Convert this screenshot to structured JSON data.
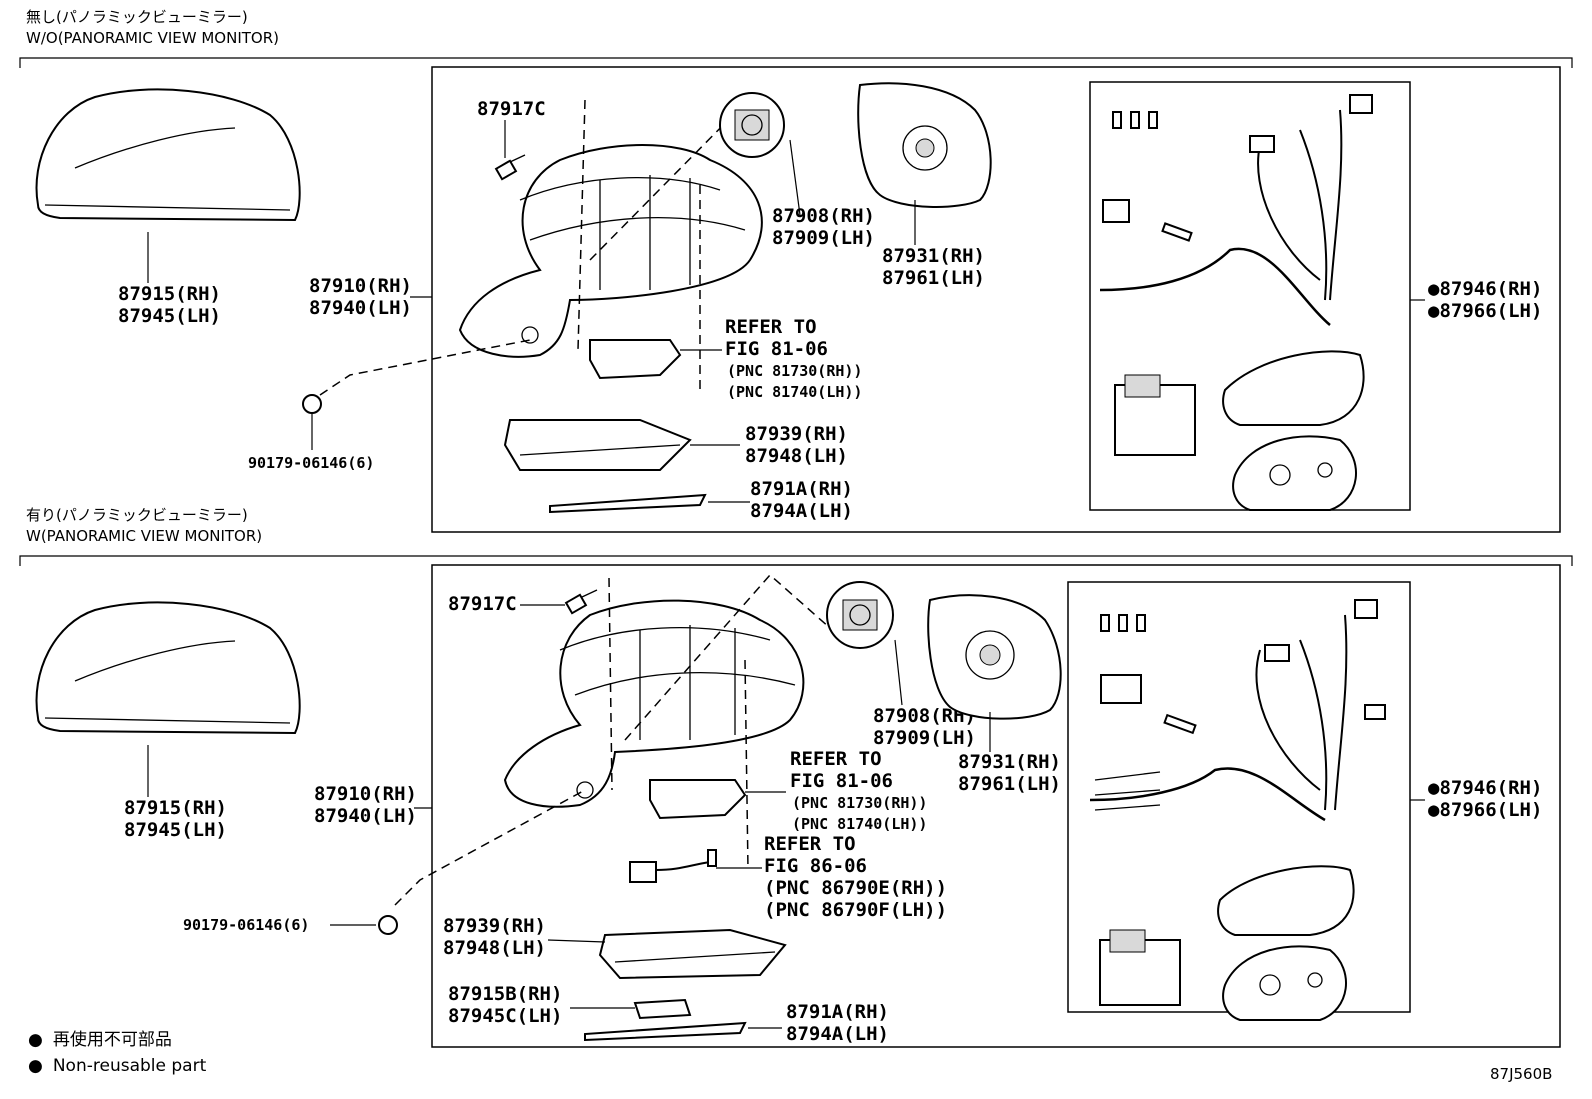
{
  "sections": [
    {
      "header_jp": "無し(パノラミックビューミラー)",
      "header_en": "W/O(PANORAMIC VIEW MONITOR)",
      "labels": {
        "cover_rh": "87915(RH)",
        "cover_lh": "87945(LH)",
        "screw": "87917C",
        "outer_rh": "87910(RH)",
        "outer_lh": "87940(LH)",
        "actuator_rh": "87908(RH)",
        "actuator_lh": "87909(LH)",
        "glass_rh": "87931(RH)",
        "glass_lh": "87961(LH)",
        "kit_rh": "87946(RH)",
        "kit_lh": "87966(LH)",
        "refer_1": "REFER TO",
        "fig_1": "FIG 81-06",
        "pnc_1a": "(PNC 81730(RH))",
        "pnc_1b": "(PNC 81740(LH))",
        "lamp_rh": "87939(RH)",
        "lamp_lh": "87948(LH)",
        "trim_rh": "8791A(RH)",
        "trim_lh": "8794A(LH)",
        "clip": "90179-06146(6)"
      }
    },
    {
      "header_jp": "有り(パノラミックビューミラー)",
      "header_en": "W(PANORAMIC VIEW MONITOR)",
      "labels": {
        "cover_rh": "87915(RH)",
        "cover_lh": "87945(LH)",
        "screw": "87917C",
        "outer_rh": "87910(RH)",
        "outer_lh": "87940(LH)",
        "actuator_rh": "87908(RH)",
        "actuator_lh": "87909(LH)",
        "glass_rh": "87931(RH)",
        "glass_lh": "87961(LH)",
        "kit_rh": "87946(RH)",
        "kit_lh": "87966(LH)",
        "refer_1": "REFER TO",
        "fig_1": "FIG 81-06",
        "pnc_1a": "(PNC 81730(RH))",
        "pnc_1b": "(PNC 81740(LH))",
        "refer_2": "REFER TO",
        "fig_2": "FIG 86-06",
        "pnc_2a": "(PNC 86790E(RH))",
        "pnc_2b": "(PNC 86790F(LH))",
        "clip": "90179-06146(6)",
        "lamp_rh": "87939(RH)",
        "lamp_lh": "87948(LH)",
        "cam_rh": "87915B(RH)",
        "cam_lh": "87945C(LH)",
        "trim_rh": "8791A(RH)",
        "trim_lh": "8794A(LH)"
      }
    }
  ],
  "legend": {
    "marker": "●",
    "jp": "再使用不可部品",
    "en": "Non-reusable part"
  },
  "diagram_code": "87J560B"
}
